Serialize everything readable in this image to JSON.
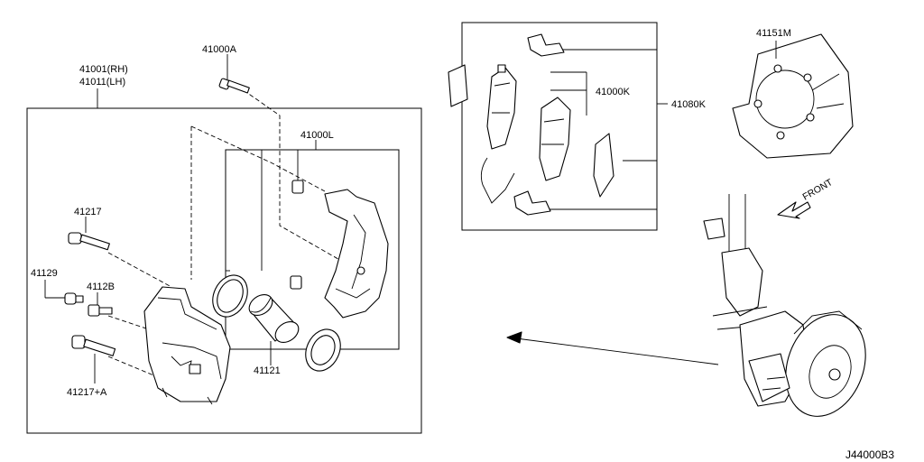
{
  "labels": {
    "caliper_rh": "41001(RH)",
    "caliper_lh": "41011(LH)",
    "bolt_kit": "41000A",
    "bracket_kit": "41000L",
    "bolt_41217": "41217",
    "bleeder_cap": "41129",
    "bleeder_screw": "4112B",
    "bolt_41217a": "41217+A",
    "piston": "41121",
    "pad_kit": "41000K",
    "pad_set": "41080K",
    "dust_shield": "41151M",
    "front": "FRONT"
  },
  "diagram_code": "J44000B3"
}
